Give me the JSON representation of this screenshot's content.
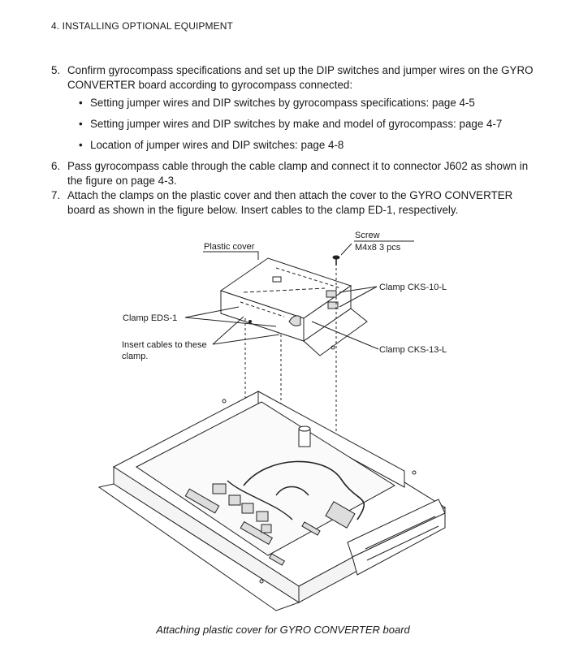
{
  "header": {
    "section_title": "4. INSTALLING OPTIONAL EQUIPMENT"
  },
  "steps": [
    {
      "number": "5.",
      "text": "Confirm gyrocompass specifications and set up the DIP switches and jumper wires on the GYRO CONVERTER board according to gyrocompass connected:",
      "bullets": [
        "Setting jumper wires and DIP switches by gyrocompass specifications: page 4-5",
        "Setting jumper wires and DIP switches by make and model of gyrocompass: page 4-7",
        "Location of jumper wires and DIP switches: page 4-8"
      ]
    },
    {
      "number": "6.",
      "text": "Pass gyrocompass cable through the cable clamp and connect it to connector J602 as shown in the figure on page 4-3."
    },
    {
      "number": "7.",
      "text": "Attach the clamps on the plastic cover and then attach the cover to the GYRO CONVERTER board as shown in the figure below. Insert cables to the clamp ED-1, respectively."
    }
  ],
  "figure": {
    "labels": {
      "screw": "Screw",
      "screw_spec": "M4x8  3 pcs",
      "plastic_cover": "Plastic cover",
      "clamp_cks10l": "Clamp CKS-10-L",
      "clamp_eds1": "Clamp EDS-1",
      "insert_line1": "Insert cables to these",
      "insert_line2": "clamp.",
      "clamp_cks13l": "Clamp CKS-13-L"
    },
    "caption": "Attaching plastic cover for GYRO CONVERTER board"
  }
}
